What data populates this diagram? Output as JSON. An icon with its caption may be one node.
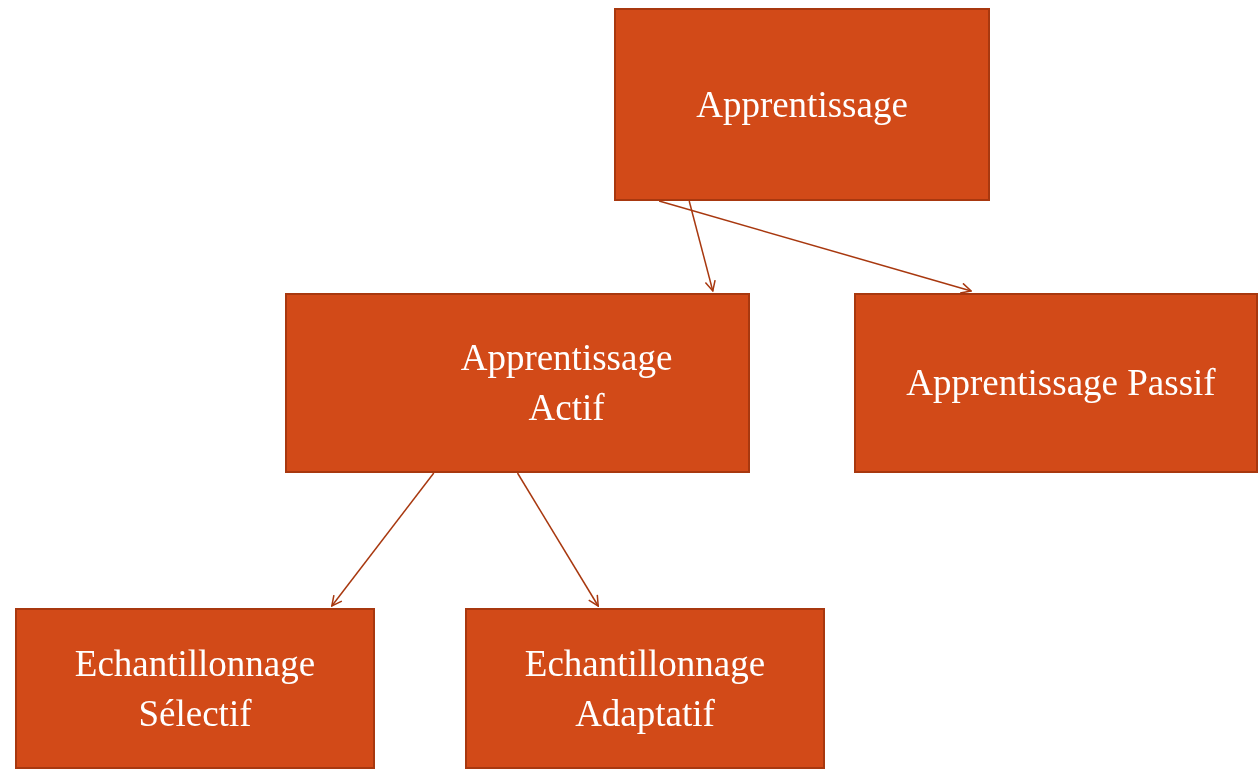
{
  "diagram": {
    "nodes": [
      {
        "text": [
          "Apprentissage"
        ]
      },
      {
        "text": [
          "Apprentissage Actif"
        ]
      },
      {
        "text": [
          "Apprentissage Passif"
        ]
      },
      {
        "text": [
          "Echantillonnage Sélectif"
        ]
      },
      {
        "text": [
          "Echantillonnage Adaptatif"
        ]
      }
    ],
    "edges": [
      {
        "from": 0,
        "to": 1,
        "arrow": "to"
      },
      {
        "from": 0,
        "to": 2,
        "arrow": "to"
      },
      {
        "from": 1,
        "to": 3,
        "arrow": "to"
      },
      {
        "from": 1,
        "to": 4,
        "arrow": "to"
      }
    ]
  }
}
